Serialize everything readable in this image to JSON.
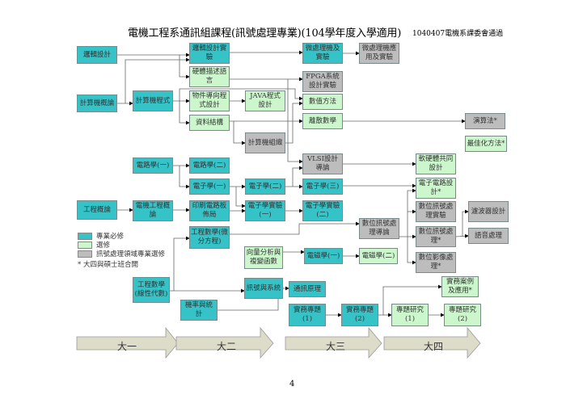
{
  "title": "電機工程系通訊組課程(訊號處理專業)(104學年度入學適用)",
  "subtitle": "1040407電機系課委會通過",
  "courses": {
    "logic": "邏輯設計",
    "intro_cs": "計算機概論",
    "logic_lab": "邏輯設計實驗",
    "hdl": "硬體描述語言",
    "programming": "計算機程式",
    "oop": "物件導向程式設計",
    "java": "JAVA程式設計",
    "ds": "資料結構",
    "co": "計算機組織",
    "mp": "微處理機及實驗",
    "mp_app": "微處理機應用及實驗",
    "fpga": "FPGA系統設計實驗",
    "numerical": "數值方法",
    "discrete": "離散數學",
    "algo": "演算法*",
    "opt": "最佳化方法*",
    "circuit1": "電路學(一)",
    "circuit2": "電路學(二)",
    "elec1": "電子學(一)",
    "elec2": "電子學(二)",
    "vlsi": "VLSI設計導論",
    "elec3": "電子學(三)",
    "codesign": "軟硬體共同設計",
    "ecd": "電子電路設計*",
    "eng_intro": "工程概論",
    "ee_intro": "電機工程概論",
    "pcb": "印刷電路板佈局",
    "elab1": "電子學實驗(一)",
    "elab2": "電子學實驗(二)",
    "dsp_lab": "數位訊號處理實驗",
    "filter": "濾波器設計",
    "em_de": "工程數學(微分方程)",
    "dsp_intro": "數位訊號處理導論",
    "dsp": "數位訊號處理*",
    "speech": "語音處理",
    "vector": "向量分析與複變函數",
    "em1": "電磁學(一)",
    "em2": "電磁學(二)",
    "dip": "數位影像處理*",
    "em_la": "工程數學(線性代數)",
    "signals": "訊號與系統",
    "comm": "通訊原理",
    "practice_case": "實務案例及應用*",
    "prob": "機率與統計",
    "proj1": "實務專題(1)",
    "proj2": "實務專題(2)",
    "research1": "專題研究(1)",
    "research2": "專題研究(2)"
  },
  "legend": {
    "required": "專業必修",
    "elective": "選修",
    "domain_elective": "訊號處理領域專業選修",
    "note": "* 大四與碩士班合開"
  },
  "years": [
    "大一",
    "大二",
    "大三",
    "大四"
  ],
  "page_number": "4",
  "colors": {
    "required": "#35c3c8",
    "elective": "#ccf7cc",
    "domain": "#bdbdbd",
    "arrow": "#dcdcc8"
  }
}
